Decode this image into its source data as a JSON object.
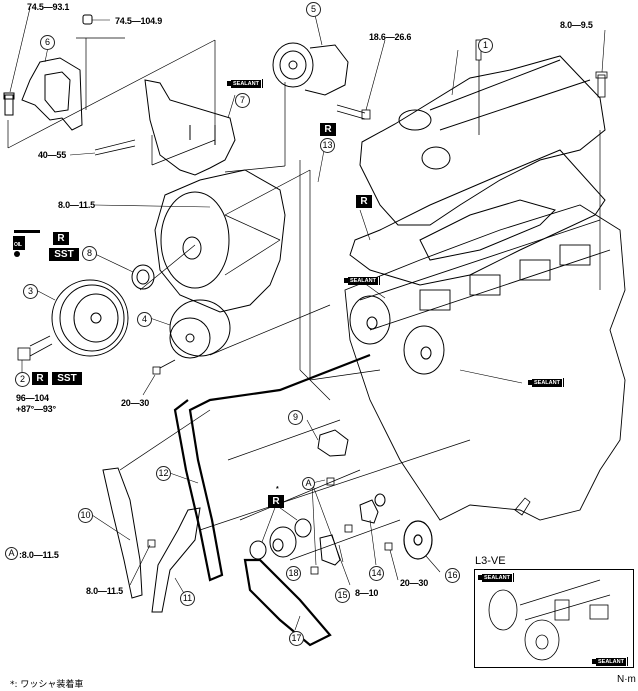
{
  "diagram": {
    "title": "Engine timing chain / front cover exploded view",
    "unit_label": "N·m",
    "footnote": "*: ワッシャ装着車",
    "inset_label": "L3-VE",
    "badges": {
      "replace": "R",
      "sst": "SST",
      "sealant": "SEALANT",
      "oil": "OIL"
    },
    "part_numbers": [
      "1",
      "2",
      "3",
      "4",
      "5",
      "6",
      "7",
      "8",
      "9",
      "10",
      "11",
      "12",
      "13",
      "14",
      "15",
      "16",
      "17",
      "18"
    ],
    "callout_a": "A",
    "torques": {
      "mount_bolt": "74.5—93.1",
      "mount_nut": "74.5—104.9",
      "bracket_bolt": "40—55",
      "tensioner_bolt": "18.6—26.6",
      "cover_bolt": "8.0—9.5",
      "front_cover_bolt": "8.0—11.5",
      "crank_bolt_line1": "96—104",
      "crank_bolt_line2": "+87°—93°",
      "idler_bolt": "20—30",
      "guide_bolt": "8.0—11.5",
      "tensioner_arm_bolt": "8—10",
      "oil_pump_sprocket_bolt": "20—30",
      "legend_a": ":8.0—11.5"
    },
    "asterisk": "*"
  }
}
